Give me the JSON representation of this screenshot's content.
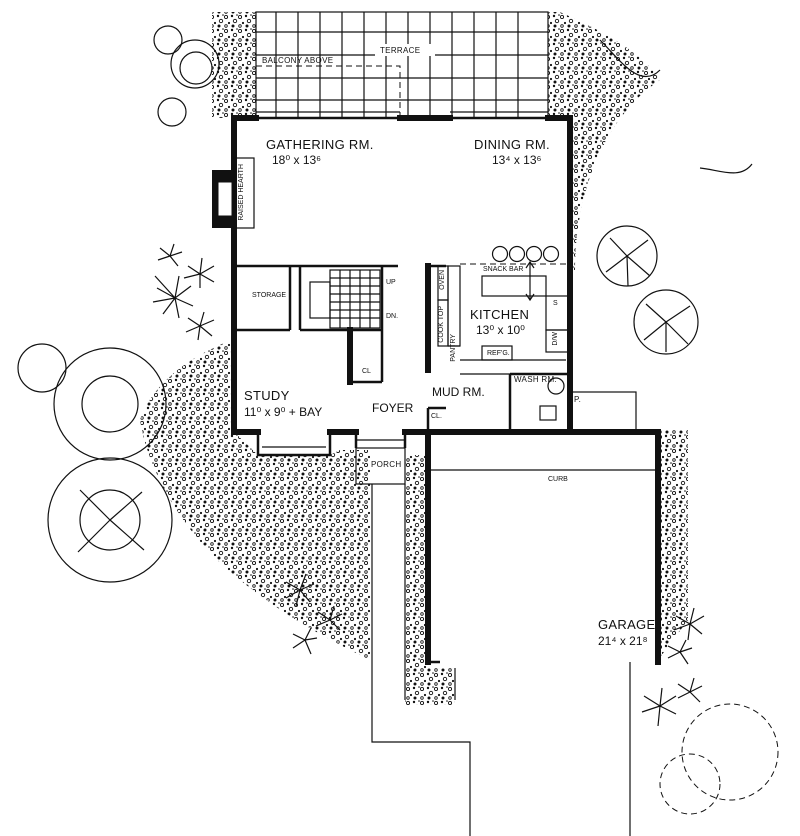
{
  "labels": {
    "terrace": "TERRACE",
    "balcony_above": "BALCONY ABOVE",
    "gathering_room": "GATHERING RM.",
    "gathering_dim": "18⁰ x 13⁶",
    "dining_room": "DINING RM.",
    "dining_dim": "13⁴ x 13⁶",
    "raised_hearth": "RAISED HEARTH",
    "snack_bar": "SNACK BAR",
    "oven": "OVEN",
    "cook_top": "COOK TOP",
    "pantry": "PANTRY",
    "kitchen": "KITCHEN",
    "kitchen_dim": "13⁰ x 10⁰",
    "refg": "REF'G.",
    "dw": "D/W",
    "sink": "S",
    "storage": "STORAGE",
    "up": "UP",
    "dn": "DN.",
    "closet": "CL",
    "closet2": "CL.",
    "study": "STUDY",
    "study_dim": "11⁰ x 9⁰ + BAY",
    "foyer": "FOYER",
    "mud_room": "MUD RM.",
    "wash_room": "WASH RM.",
    "porch": "PORCH",
    "p": "P.",
    "curb": "CURB",
    "garage": "GARAGE",
    "garage_dim": "21⁴ x 21⁸"
  }
}
